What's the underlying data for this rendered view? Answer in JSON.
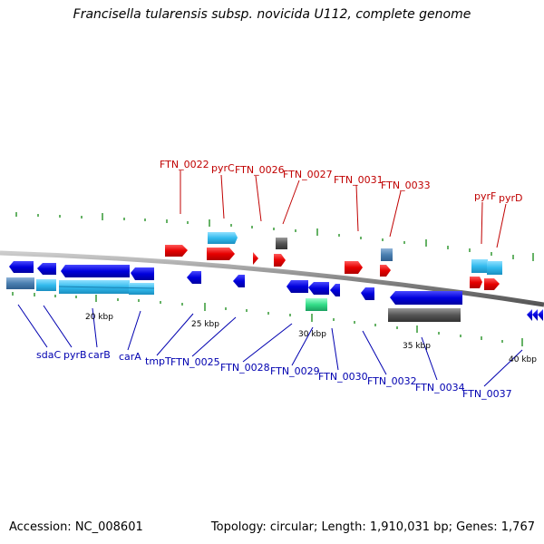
{
  "title": "Francisella tularensis subsp. novicida U112, complete genome",
  "accession": "Accession: NC_008601",
  "summary": "Topology: circular; Length: 1,910,031 bp; Genes: 1,767",
  "colors": {
    "backbone": "#888888",
    "forward_cds": "#e60000",
    "forward_light": "#33bbee",
    "reverse_cds": "#0000dd",
    "reverse_light": "#33bbee",
    "gray_feature": "#555555",
    "green_feature": "#33dd88",
    "tick": "#339933",
    "label_forward": "#c00000",
    "label_reverse": "#0000b0"
  },
  "forward_labels": [
    "FTN_0022",
    "pyrC",
    "FTN_0026",
    "FTN_0027",
    "FTN_0031",
    "FTN_0033",
    "pyrF",
    "pyrD"
  ],
  "reverse_labels": [
    "sdaC",
    "pyrB",
    "carB",
    "carA",
    "tmpT",
    "FTN_0025",
    "FTN_0028",
    "FTN_0029",
    "FTN_0030",
    "FTN_0032",
    "FTN_0034",
    "FTN_0037"
  ],
  "scale_labels": [
    "20 kbp",
    "25 kbp",
    "30 kbp",
    "35 kbp",
    "40 kbp"
  ]
}
